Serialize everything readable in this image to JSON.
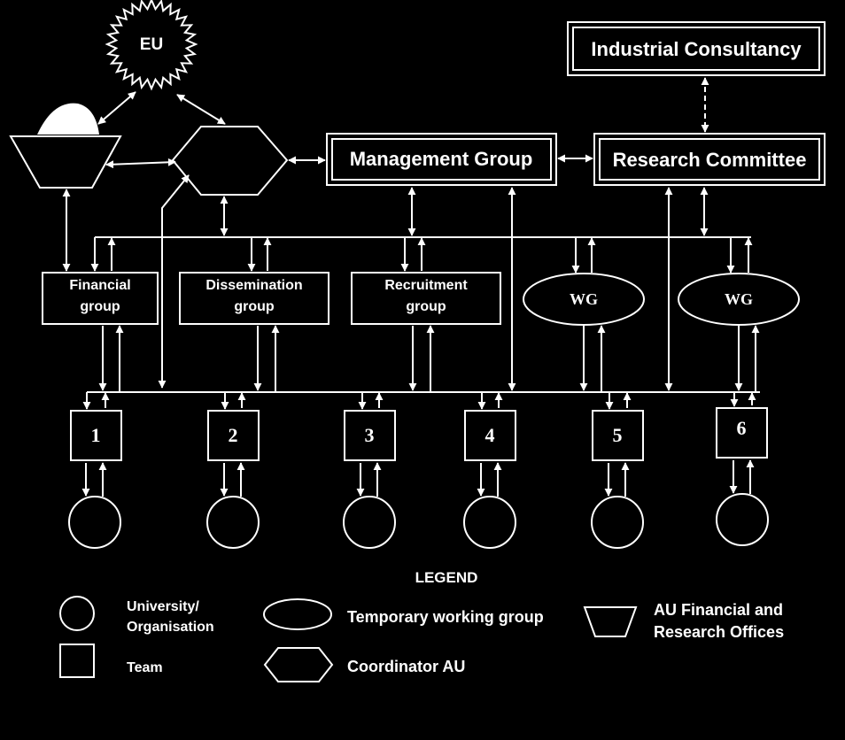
{
  "colors": {
    "background": "#000000",
    "foreground": "#ffffff"
  },
  "nodes": {
    "eu": "EU",
    "industrial_consultancy": "Industrial Consultancy",
    "management_group": "Management Group",
    "research_committee": "Research Committee",
    "financial_group": [
      "Financial",
      "group"
    ],
    "dissemination_group": [
      "Dissemination",
      "group"
    ],
    "recruitment_group": [
      "Recruitment",
      "group"
    ],
    "wg_1": "WG",
    "wg_2": "WG",
    "teams": [
      "1",
      "2",
      "3",
      "4",
      "5",
      "6"
    ]
  },
  "legend": {
    "title": "LEGEND",
    "university": [
      "University/",
      "Organisation"
    ],
    "team": "Team",
    "temporary_working_group": "Temporary working group",
    "coordinator": "Coordinator AU",
    "au_offices": [
      "AU Financial and",
      "Research Offices"
    ]
  }
}
